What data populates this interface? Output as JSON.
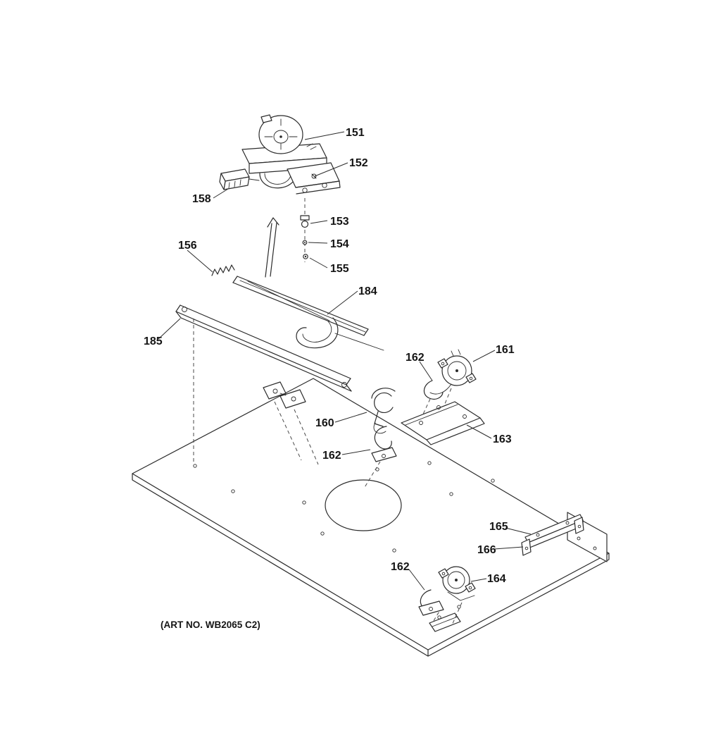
{
  "colors": {
    "background": "#ffffff",
    "line": "#2b2b2b",
    "label_text": "#151515"
  },
  "diagram": {
    "art_no": "(ART NO. WB2065 C2)",
    "labels": {
      "l151": "151",
      "l152": "152",
      "l153": "153",
      "l154": "154",
      "l155": "155",
      "l156": "156",
      "l158": "158",
      "l160": "160",
      "l161": "161",
      "l162a": "162",
      "l162b": "162",
      "l162c": "162",
      "l163": "163",
      "l164": "164",
      "l165": "165",
      "l166": "166",
      "l184": "184",
      "l185": "185"
    }
  }
}
